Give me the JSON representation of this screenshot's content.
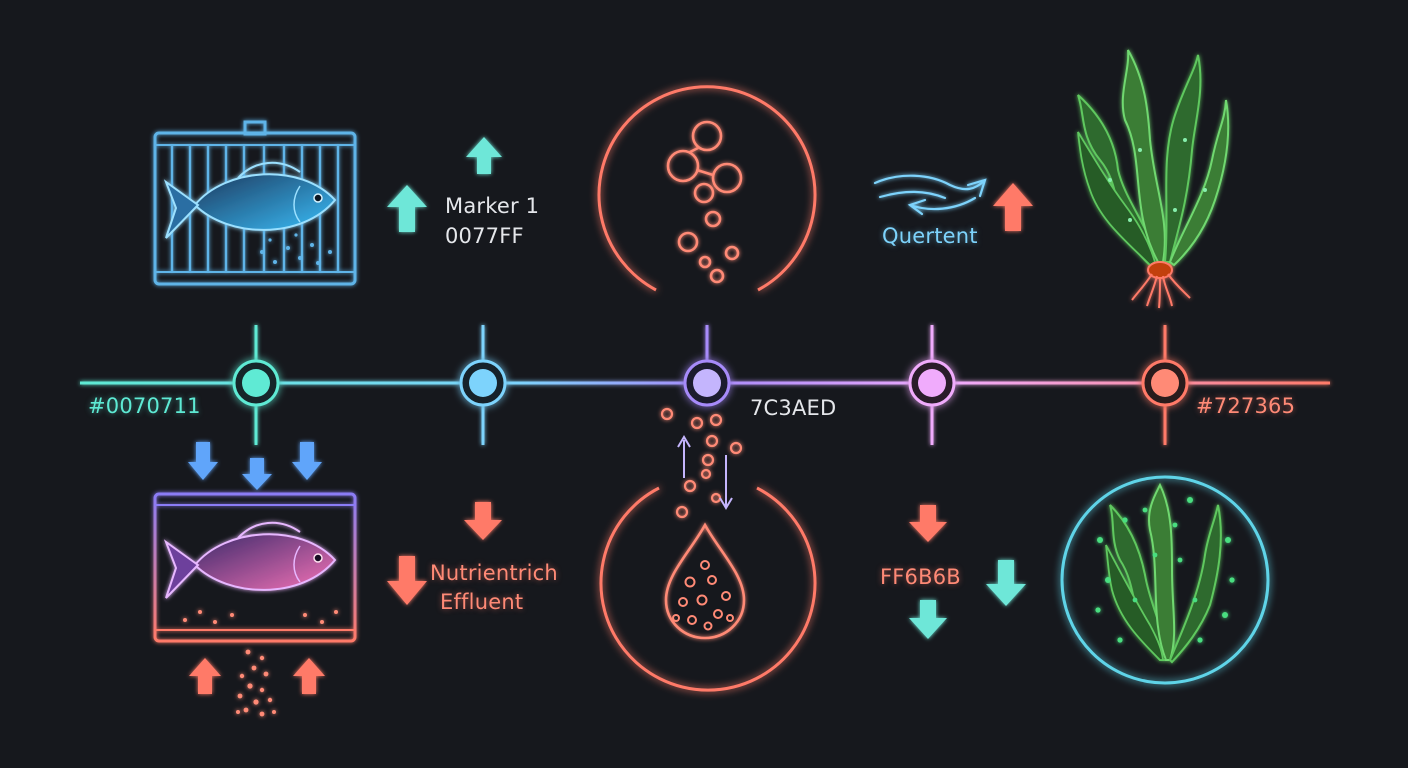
{
  "labels": {
    "marker_title": "Marker 1",
    "marker_code": "0077FF",
    "current_label": "Quertent",
    "left_hex": "#0070711",
    "center_hex": "7C3AED",
    "right_hex": "#727365",
    "effluent_line1": "Nutrientrich",
    "effluent_line2": "Effluent",
    "coral_hex": "FF6B6B"
  },
  "colors": {
    "background": "#16181d",
    "teal": "#5eead4",
    "blue": "#7dd3fc",
    "violet": "#a78bfa",
    "pink": "#f0abfc",
    "coral": "#ff7a68",
    "green": "#4ade80",
    "text_light": "#e5e7eb"
  },
  "icons": [
    "fish-cage-icon",
    "fish-cage-icon",
    "molecule-icon",
    "nutrient-droplet-icon",
    "water-current-icon",
    "seaweed-icon",
    "seaweed-circle-icon",
    "arrow-up-icon",
    "arrow-down-icon"
  ]
}
